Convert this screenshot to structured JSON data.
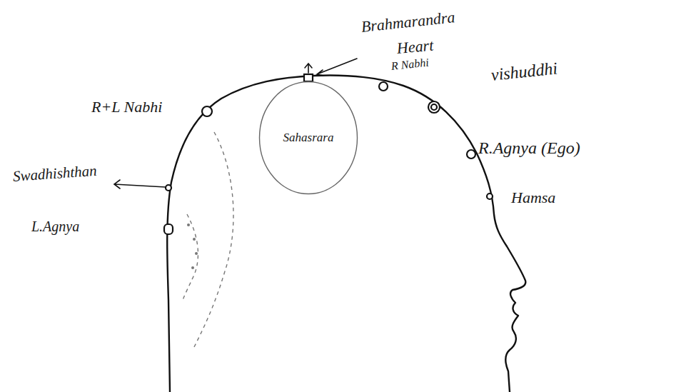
{
  "diagram": {
    "nodes": [
      {
        "text": [
          "Sahasrara"
        ]
      }
    ],
    "labels": [
      "Brahmarandra",
      "Heart",
      "R Nabhi",
      "vishuddhi",
      "R.Agnya (Ego)",
      "Hamsa",
      "R+L Nabhi",
      "Swadhishthan",
      "L.Agnya"
    ]
  }
}
